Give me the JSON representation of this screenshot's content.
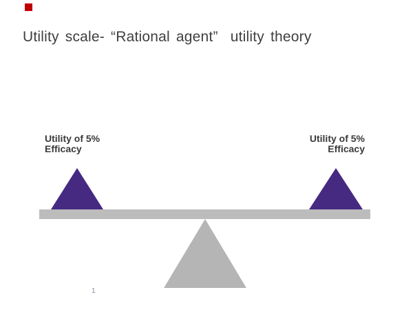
{
  "slide": {
    "title": "Utility scale- “Rational agent”  utility theory",
    "page_number": "1",
    "left_weight_label": {
      "line1": "Utility of 5%",
      "line2": "Efficacy"
    },
    "right_weight_label": {
      "line1": "Utility of 5%",
      "line2": "Efficacy"
    },
    "colors": {
      "accent_red": "#c00000",
      "triangle_purple": "#462a82",
      "beam_gray": "#bcbcbc",
      "fulcrum_gray": "#b5b5b5",
      "title_text": "#3f3f3f",
      "label_text": "#3a3a3a",
      "page_number_text": "#7d8b99"
    },
    "diagram": {
      "type": "balance-scale",
      "description": "Two equal purple triangle weights balanced on a level gray beam over a central gray fulcrum triangle",
      "left_weight": "Utility of 5% Efficacy",
      "right_weight": "Utility of 5% Efficacy",
      "state": "balanced"
    }
  }
}
